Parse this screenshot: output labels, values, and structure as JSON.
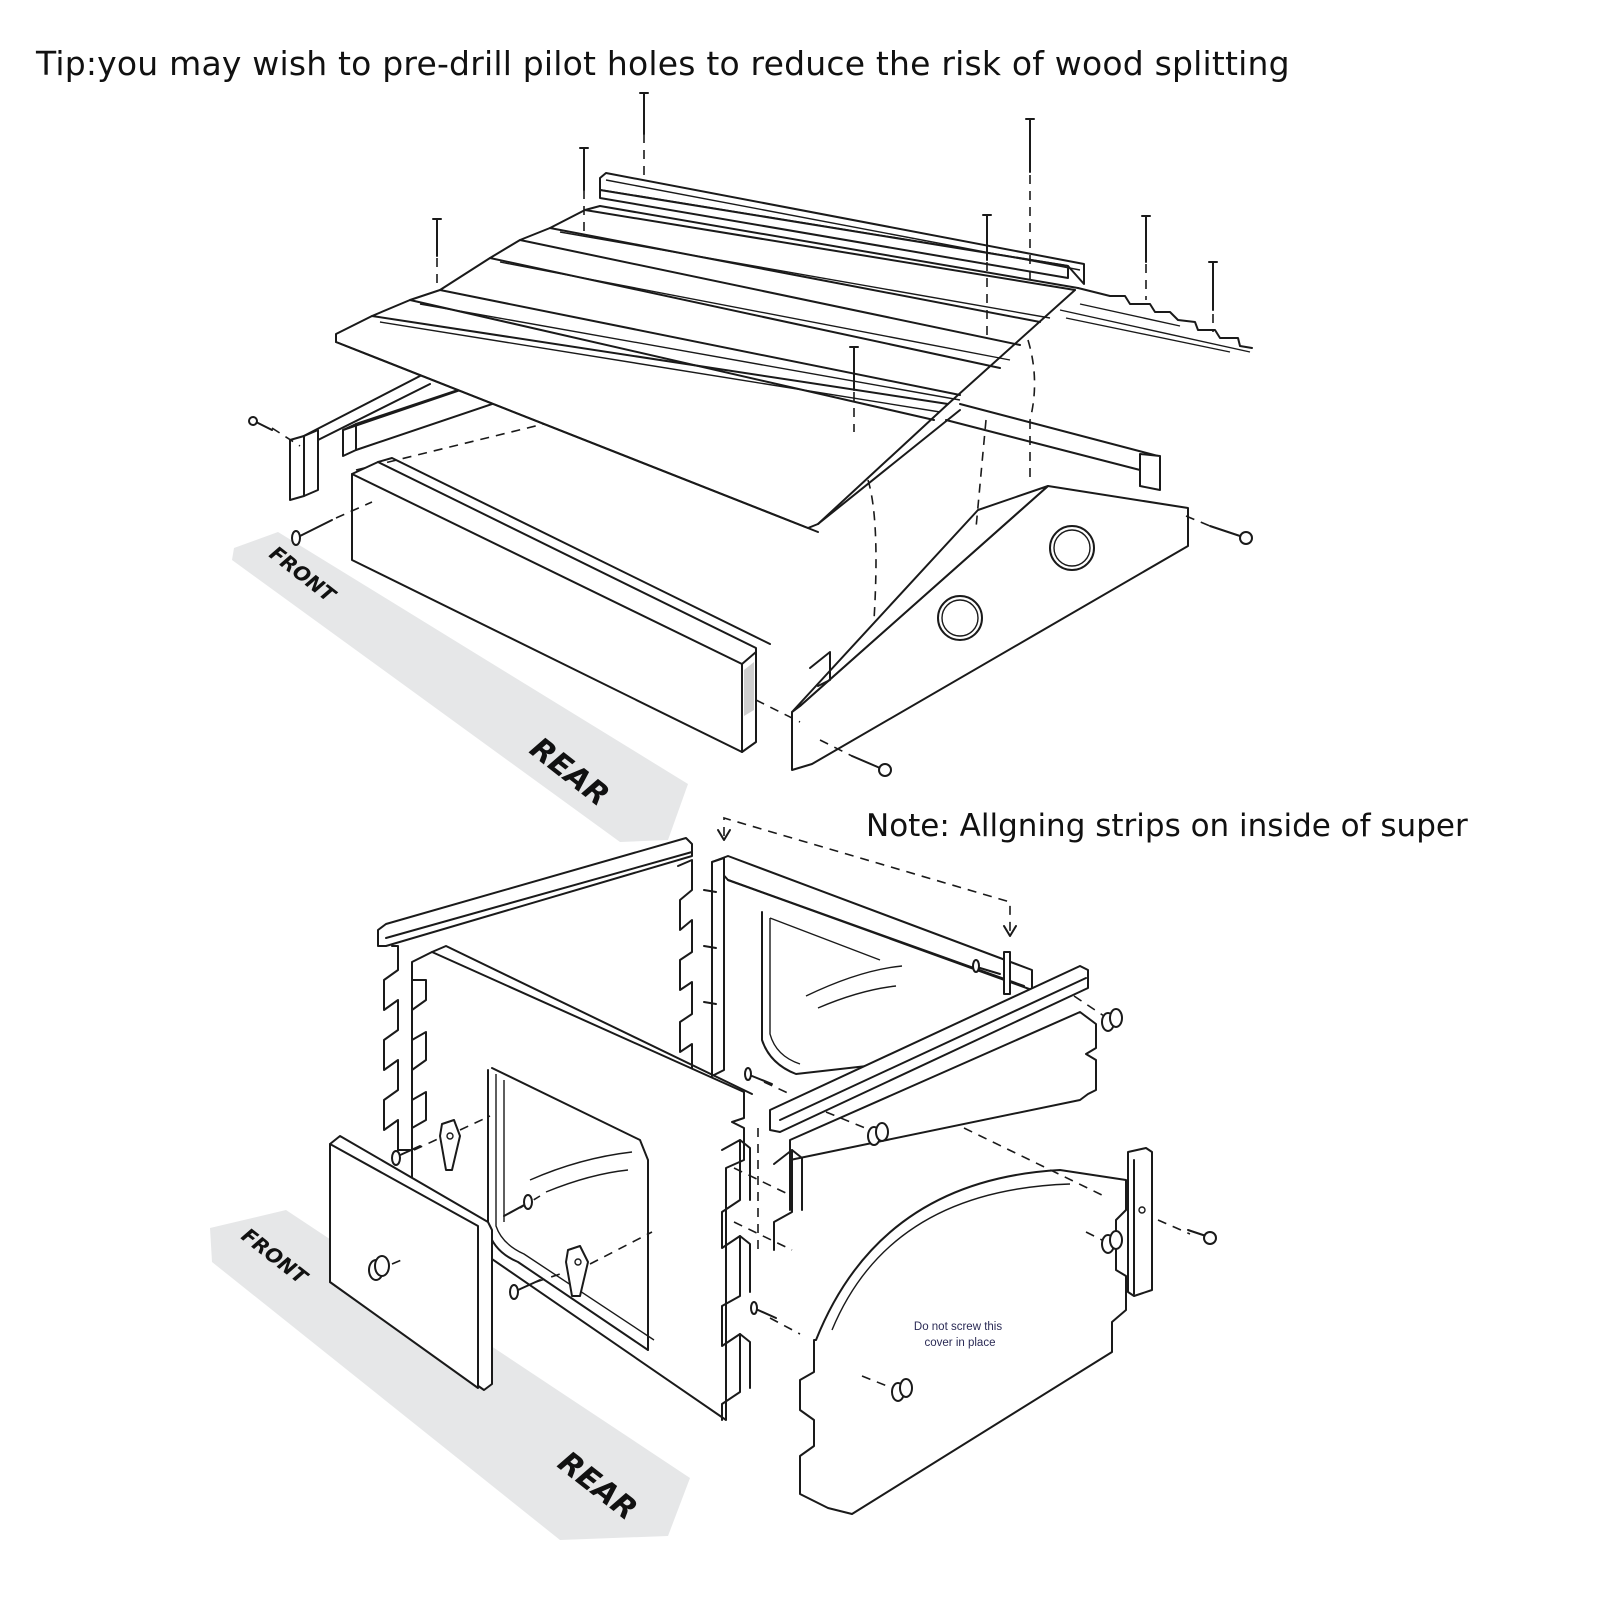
{
  "title": "Tip:you may wish to pre-drill pilot holes to reduce the risk of wood splitting",
  "note": "Note: Allgning strips on inside of super",
  "roof_assembly": {
    "direction_labels": {
      "front": "FRONT",
      "rear": "REAR"
    }
  },
  "super_assembly": {
    "direction_labels": {
      "front": "FRONT",
      "rear": "REAR"
    },
    "cover_warning": {
      "line1": "Do not screw this",
      "line2": "cover in place"
    }
  },
  "colors": {
    "band": "#e6e7e8",
    "line": "#1a1a1a",
    "warning_text": "#2a2a55",
    "end_grain_shade": "#cfcfcf"
  }
}
